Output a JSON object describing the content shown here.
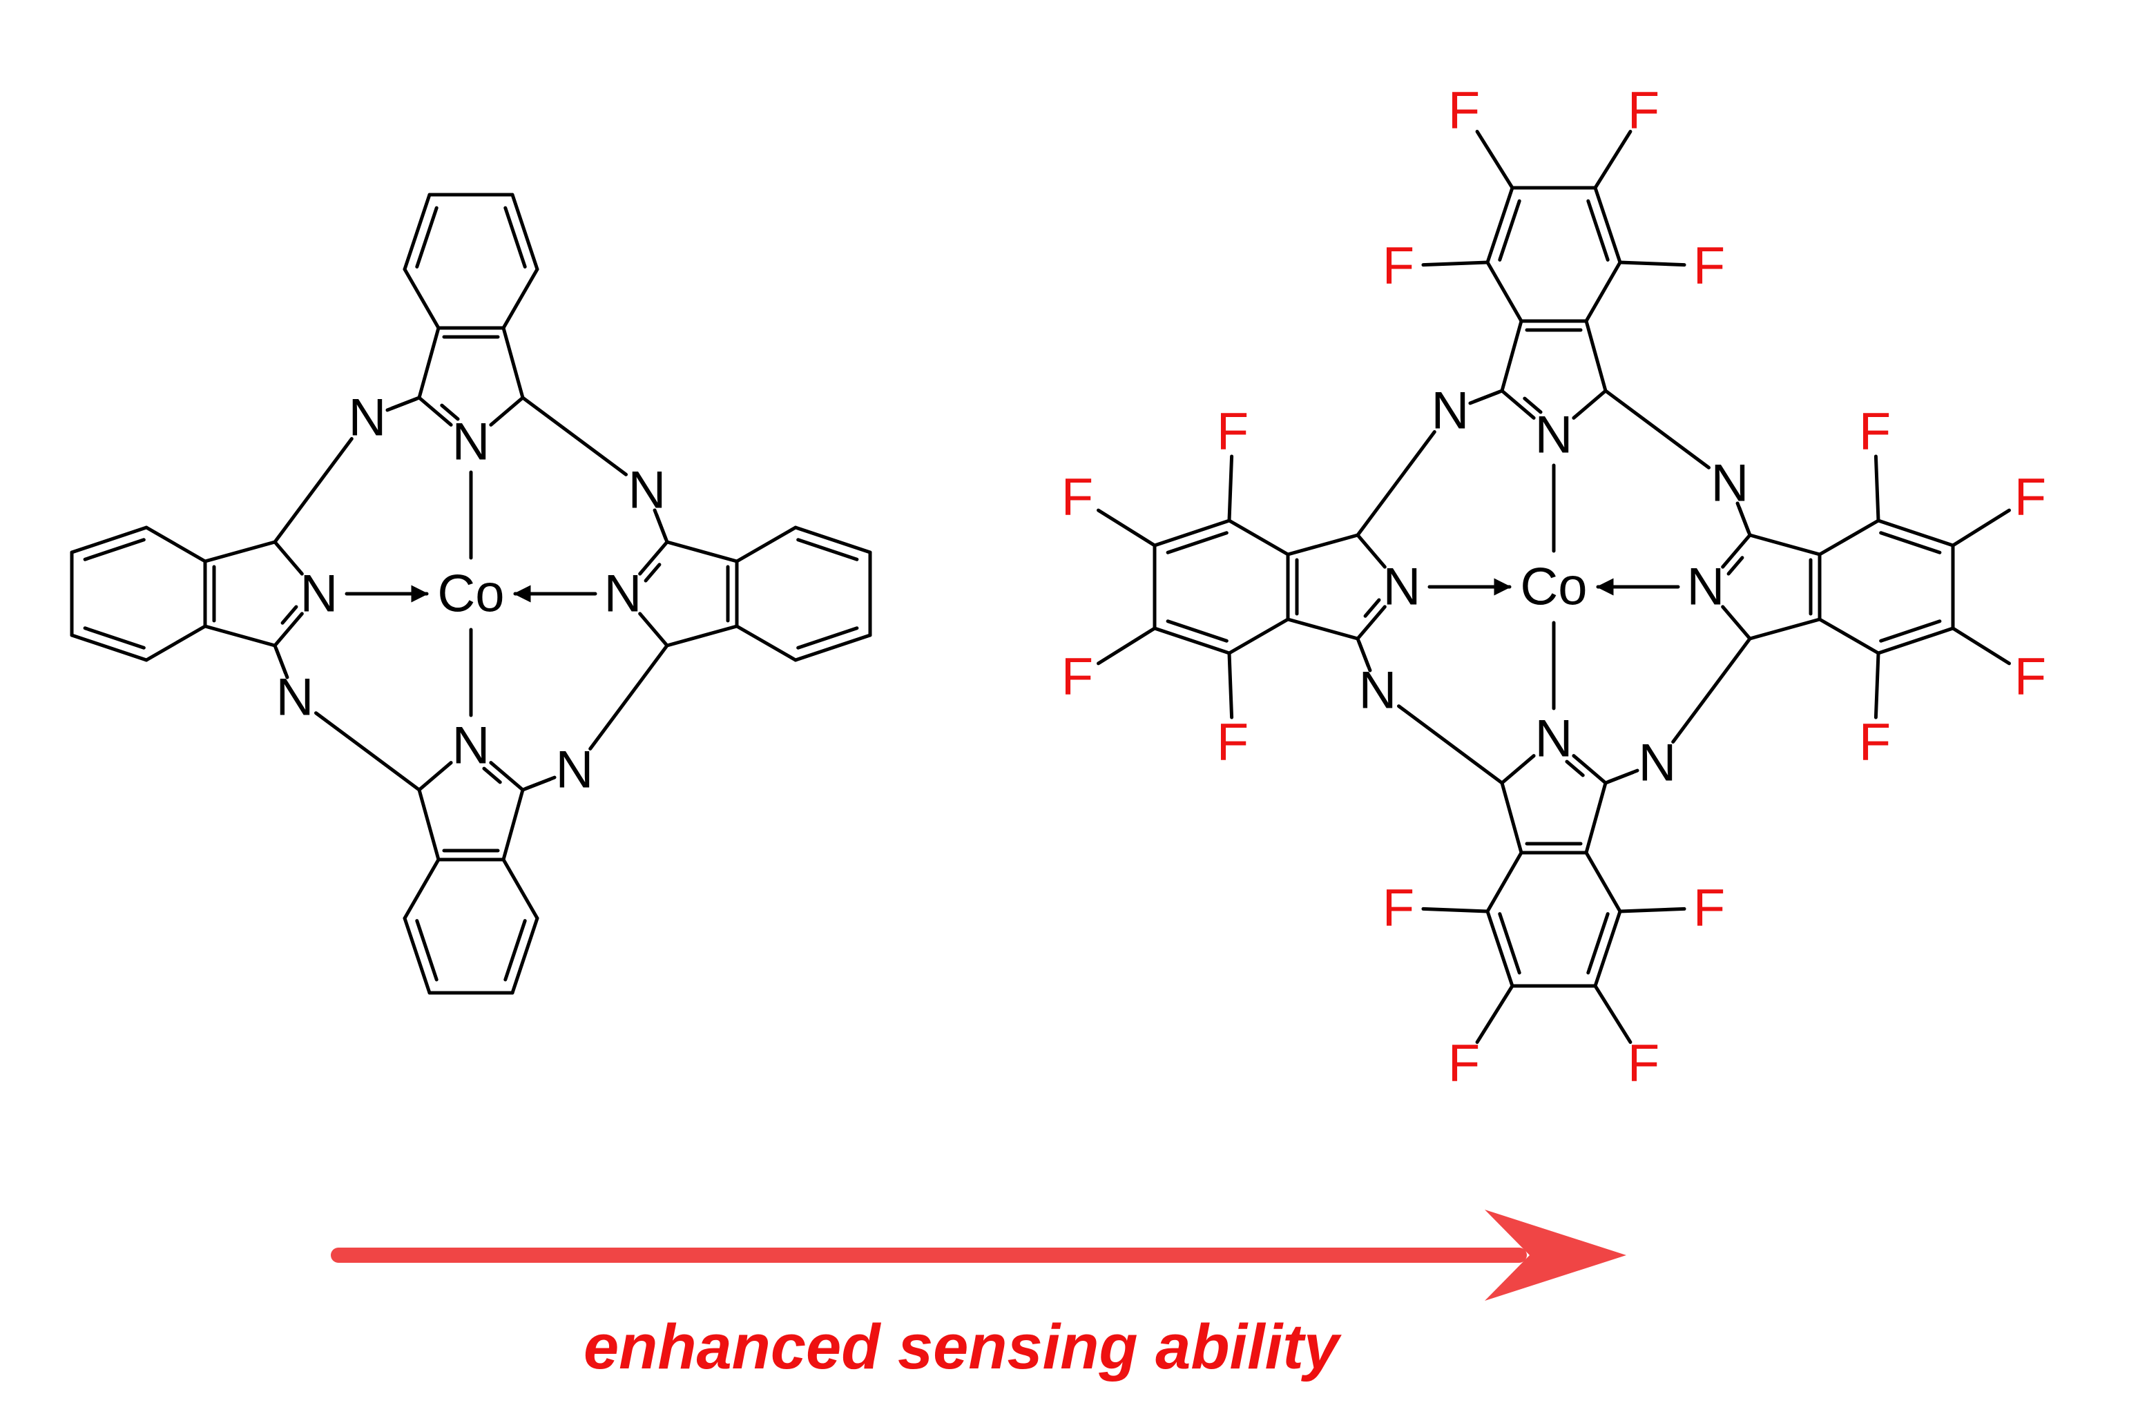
{
  "colors": {
    "bond": "#000000",
    "atom_label": "#000000",
    "fluorine": "#ee1111",
    "arrow": "#f04545",
    "caption": "#ee1111"
  },
  "molecules": {
    "unsubstituted": {
      "nitrogen_label": "N",
      "metal_label": "Co"
    },
    "fluorinated": {
      "nitrogen_label": "N",
      "metal_label": "Co",
      "substituent_label": "F"
    }
  },
  "arrow": {
    "caption": "enhanced sensing ability"
  }
}
